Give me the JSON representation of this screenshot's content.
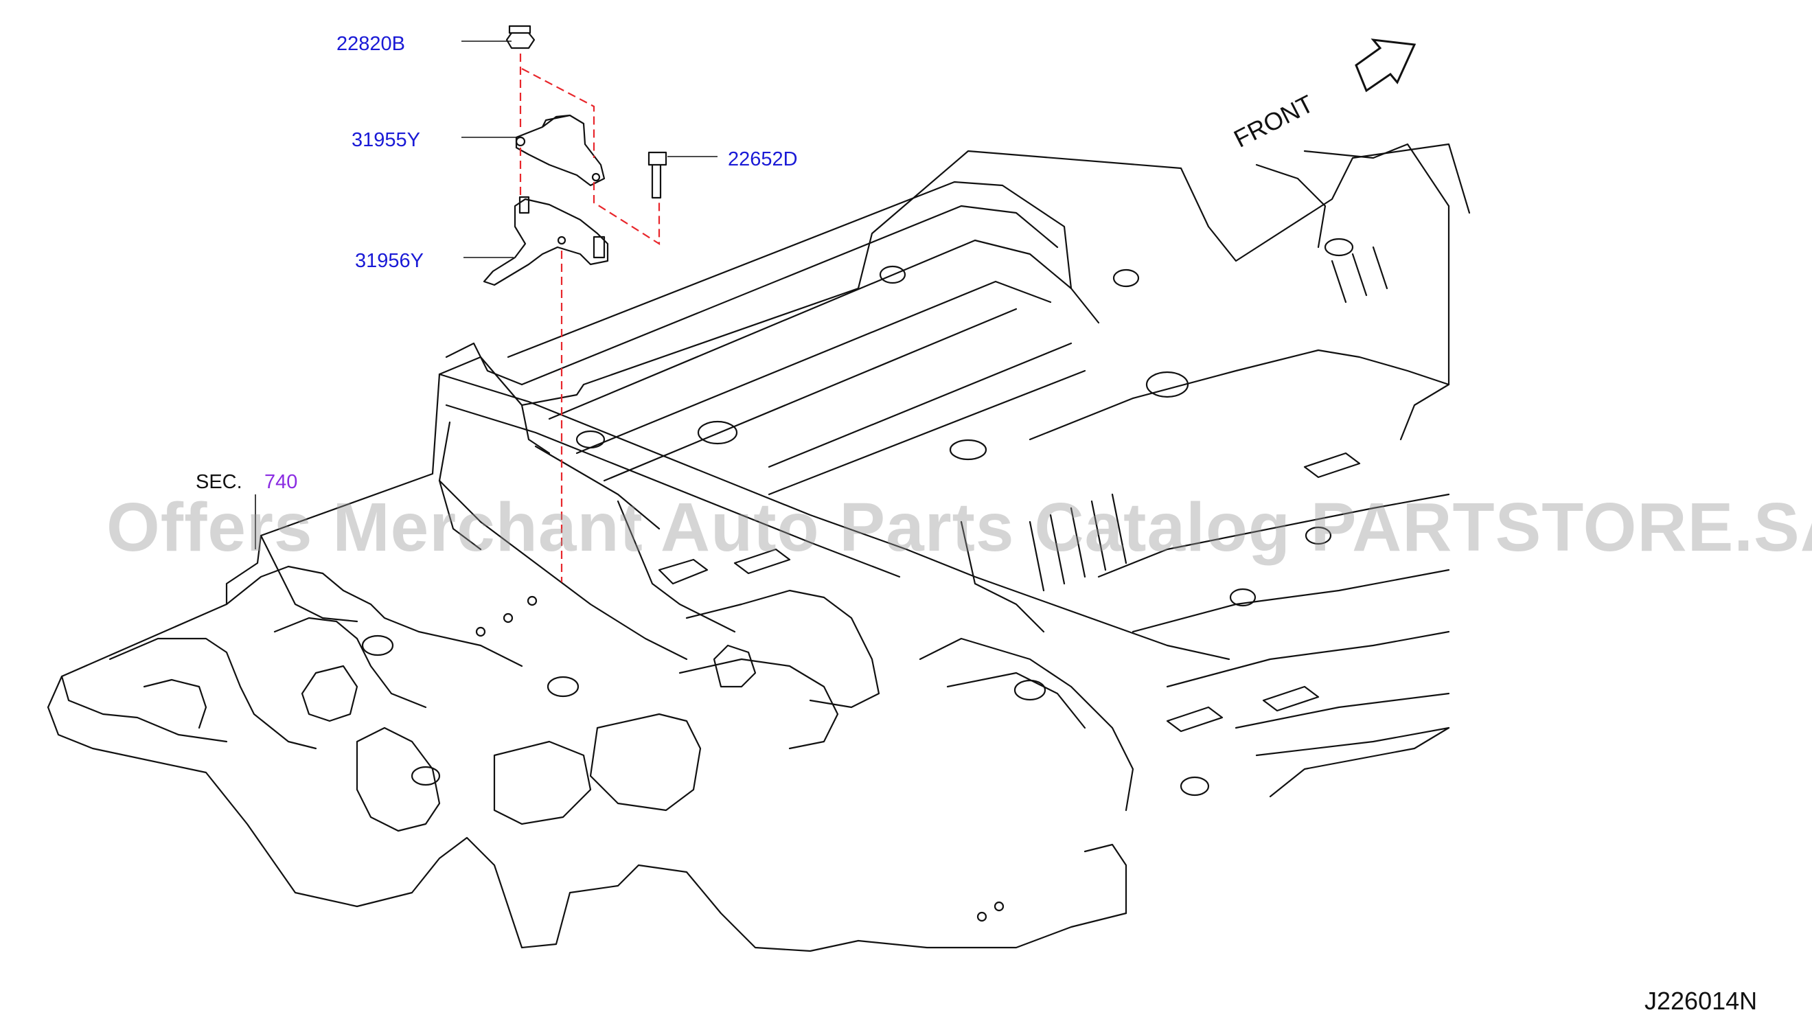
{
  "parts": [
    {
      "id": "p1",
      "label": "22820B"
    },
    {
      "id": "p2",
      "label": "31955Y"
    },
    {
      "id": "p3",
      "label": "22652D"
    },
    {
      "id": "p4",
      "label": "31956Y"
    }
  ],
  "section": {
    "label": "SEC.",
    "number": "740"
  },
  "front_label": "FRONT",
  "diagram_code": "J226014N",
  "watermark": "Offers Merchant Auto Parts Catalog PARTSTORE.SA",
  "colors": {
    "part_link": "#1a1ad6",
    "section_link": "#8a2be2",
    "dash_line": "#e8262b",
    "drawing": "#111111"
  }
}
